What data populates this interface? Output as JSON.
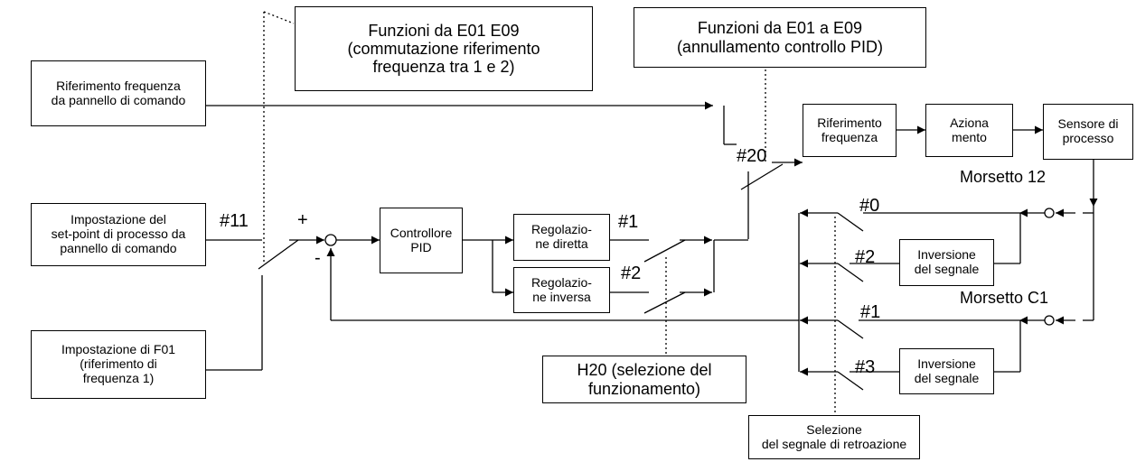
{
  "notes": {
    "e01_switch": "Funzioni da E01 E09\n(commutazione riferimento\nfrequenza tra 1 e 2)",
    "e01_pid": "Funzioni da E01 a E09\n(annullamento controllo PID)",
    "h20": "H20 (selezione del\nfunzionamento)",
    "feedback_sel": "Selezione\ndel segnale di retroazione"
  },
  "inputs": {
    "freq_panel": "Riferimento frequenza\nda pannello di comando",
    "setpoint_panel": "Impostazione del\nset-point di processo da\npannello di comando",
    "f01": "Impostazione di F01\n(riferimento di\nfrequenza 1)"
  },
  "blocks": {
    "pid": "Controllore\nPID",
    "direct": "Regolazio-\nne diretta",
    "inverse": "Regolazio-\nne inversa",
    "freq_ref": "Riferimento\nfrequenza",
    "drive": "Aziona\nmento",
    "sensor": "Sensore di\nprocesso",
    "inv1": "Inversione\ndel segnale",
    "inv2": "Inversione\ndel segnale"
  },
  "labels": {
    "sw11": "#11",
    "sw20": "#20",
    "op1": "#1",
    "op2": "#2",
    "fb0": "#0",
    "fb2": "#2",
    "fb1": "#1",
    "fb3": "#3",
    "plus": "+",
    "minus": "-",
    "term12": "Morsetto 12",
    "termc1": "Morsetto C1"
  }
}
